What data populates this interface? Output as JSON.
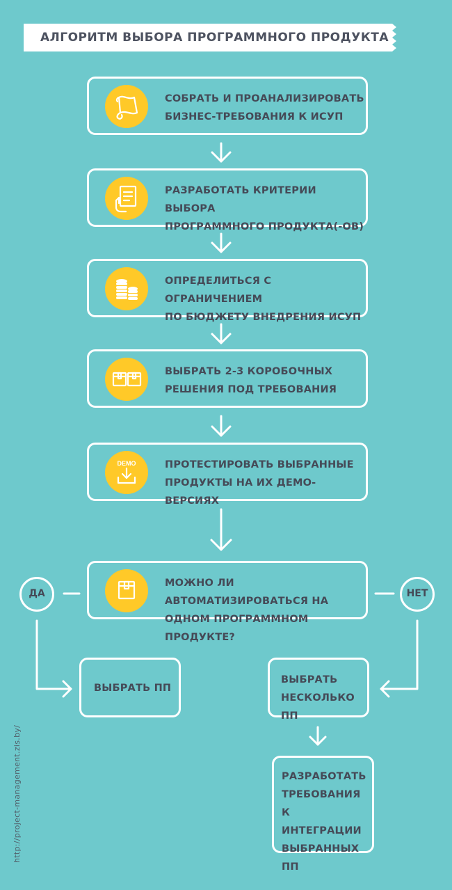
{
  "title": "АЛГОРИТМ ВЫБОРА ПРОГРАММНОГО ПРОДУКТА",
  "steps": [
    {
      "text": "СОБРАТЬ И ПРОАНАЛИЗИРОВАТЬ\nБИЗНЕС-ТРЕБОВАНИЯ К ИСУП",
      "icon": "scroll-icon"
    },
    {
      "text": "РАЗРАБОТАТЬ КРИТЕРИИ ВЫБОРА\nПРОГРАММНОГО ПРОДУКТА(-ОВ)",
      "icon": "document-hand-icon"
    },
    {
      "text": "ОПРЕДЕЛИТЬСЯ С ОГРАНИЧЕНИЕМ\nПО БЮДЖЕТУ ВНЕДРЕНИЯ ИСУП",
      "icon": "coins-icon"
    },
    {
      "text": "ВЫБРАТЬ 2-3 КОРОБОЧНЫХ\nРЕШЕНИЯ ПОД ТРЕБОВАНИЯ",
      "icon": "boxes-icon"
    },
    {
      "text": "ПРОТЕСТИРОВАТЬ ВЫБРАННЫЕ\nПРОДУКТЫ НА ИХ ДЕМО-ВЕРСИЯХ",
      "icon": "demo-download-icon",
      "icon_label": "DEMO"
    },
    {
      "text": "МОЖНО ЛИ АВТОМАТИЗИРОВАТЬСЯ НА\nОДНОМ ПРОГРАММНОМ ПРОДУКТЕ?",
      "icon": "box-icon"
    }
  ],
  "yes_label": "ДА",
  "no_label": "НЕТ",
  "yes_result": "ВЫБРАТЬ ПП",
  "no_result": "ВЫБРАТЬ\nНЕСКОЛЬКО ПП",
  "integration": "РАЗРАБОТАТЬ\nТРЕБОВАНИЯ\nК ИНТЕГРАЦИИ\nВЫБРАННЫХ ПП",
  "source": "http://project-management.zis.by/",
  "colors": {
    "background": "#6ec9cc",
    "accent": "#ffc928",
    "text": "#454a57",
    "line": "#ffffff"
  }
}
